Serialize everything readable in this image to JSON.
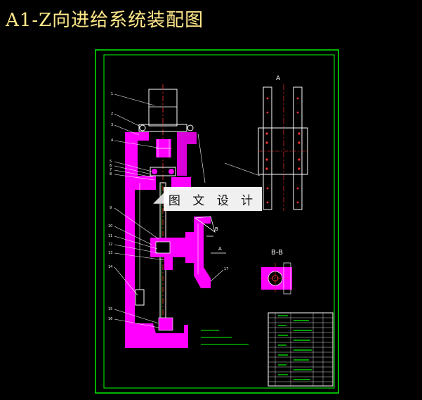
{
  "title": "A1-Z向进给系统装配图",
  "view_labels": {
    "section_a": "A",
    "section_bb": "B-B",
    "b_marker": "B",
    "a_marker": "A"
  },
  "watermark": {
    "text": "图 文 设 计",
    "logo": "mark-icon"
  },
  "colors": {
    "background": "#000000",
    "title": "#ffe88a",
    "frame": "#00ff00",
    "solid": "#ff00ff",
    "centerline": "#ff3333",
    "linework": "#ffffff",
    "leader": "#00ff00",
    "notes": "#00ff00"
  }
}
